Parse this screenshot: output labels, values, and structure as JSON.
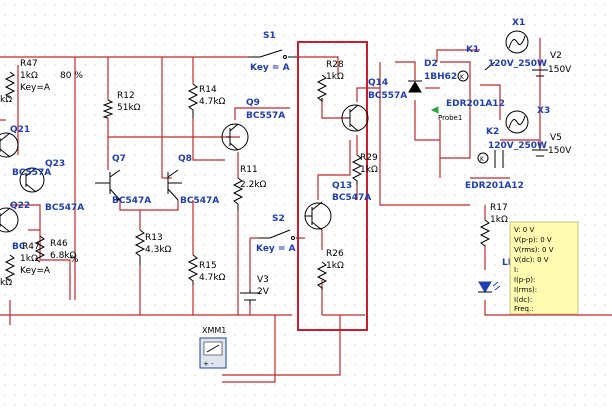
{
  "components": {
    "R47": {
      "ref": "R47",
      "value": "1kΩ",
      "key": "Key=A",
      "percent": "80 %",
      "clip": "kΩ"
    },
    "Q21": {
      "ref": "Q21"
    },
    "Q23": {
      "ref": "Q23",
      "type": "BC557A"
    },
    "Q22": {
      "ref": "Q22"
    },
    "left_bc547a": {
      "type": "BC547A"
    },
    "left_bottom": {
      "overlay_a": "BC",
      "overlay_b": "R47",
      "value": "1kΩ",
      "key": "Key=A",
      "clip": "kΩ"
    },
    "R46": {
      "ref": "R46",
      "value": "6.8kΩ",
      "percent": "%"
    },
    "R12": {
      "ref": "R12",
      "value": "51kΩ"
    },
    "Q7": {
      "ref": "Q7",
      "type": "BC547A"
    },
    "Q8": {
      "ref": "Q8",
      "type": "BC547A"
    },
    "R13": {
      "ref": "R13",
      "value": "4.3kΩ"
    },
    "R14": {
      "ref": "R14",
      "value": "4.7kΩ"
    },
    "R15": {
      "ref": "R15",
      "value": "4.7kΩ"
    },
    "Q9": {
      "ref": "Q9",
      "type": "BC557A"
    },
    "R11": {
      "ref": "R11",
      "value": "2.2kΩ"
    },
    "S1": {
      "ref": "S1",
      "key": "Key = A"
    },
    "S2": {
      "ref": "S2",
      "key": "Key = A"
    },
    "V3": {
      "ref": "V3",
      "value": "2V"
    },
    "R28": {
      "ref": "R28",
      "value": "1kΩ"
    },
    "Q14": {
      "ref": "Q14",
      "type": "BC557A"
    },
    "R29": {
      "ref": "R29",
      "value": "1kΩ"
    },
    "Q13": {
      "ref": "Q13",
      "type": "BC547A"
    },
    "R26": {
      "ref": "R26",
      "value": "1kΩ"
    },
    "XMM1": {
      "ref": "XMM1"
    },
    "D2": {
      "ref": "D2",
      "type": "1BH62"
    },
    "K1": {
      "ref": "K1",
      "type": "EDR201A12"
    },
    "K2": {
      "ref": "K2",
      "type": "EDR201A12"
    },
    "X1": {
      "ref": "X1",
      "rating": "120V_250W"
    },
    "X3": {
      "ref": "X3",
      "rating": "120V_250W"
    },
    "V2": {
      "ref": "V2",
      "value": "150V"
    },
    "V5": {
      "ref": "V5",
      "value": "150V"
    },
    "R17": {
      "ref": "R17",
      "value": "1kΩ"
    },
    "LED": {
      "ref": "LI"
    }
  },
  "probe": {
    "label": "Probe1",
    "lines": [
      "V: 0 V",
      "V(p-p): 0 V",
      "V(rms): 0 V",
      "V(dc): 0 V",
      "I:",
      "I(p-p):",
      "I(rms):",
      "I(dc):",
      "Freq.:"
    ]
  },
  "colors": {
    "wire": "#c0282a",
    "label": "#1f3fb0",
    "highlight": "#cc1d2e",
    "probe_bg": "#fffbb0"
  }
}
